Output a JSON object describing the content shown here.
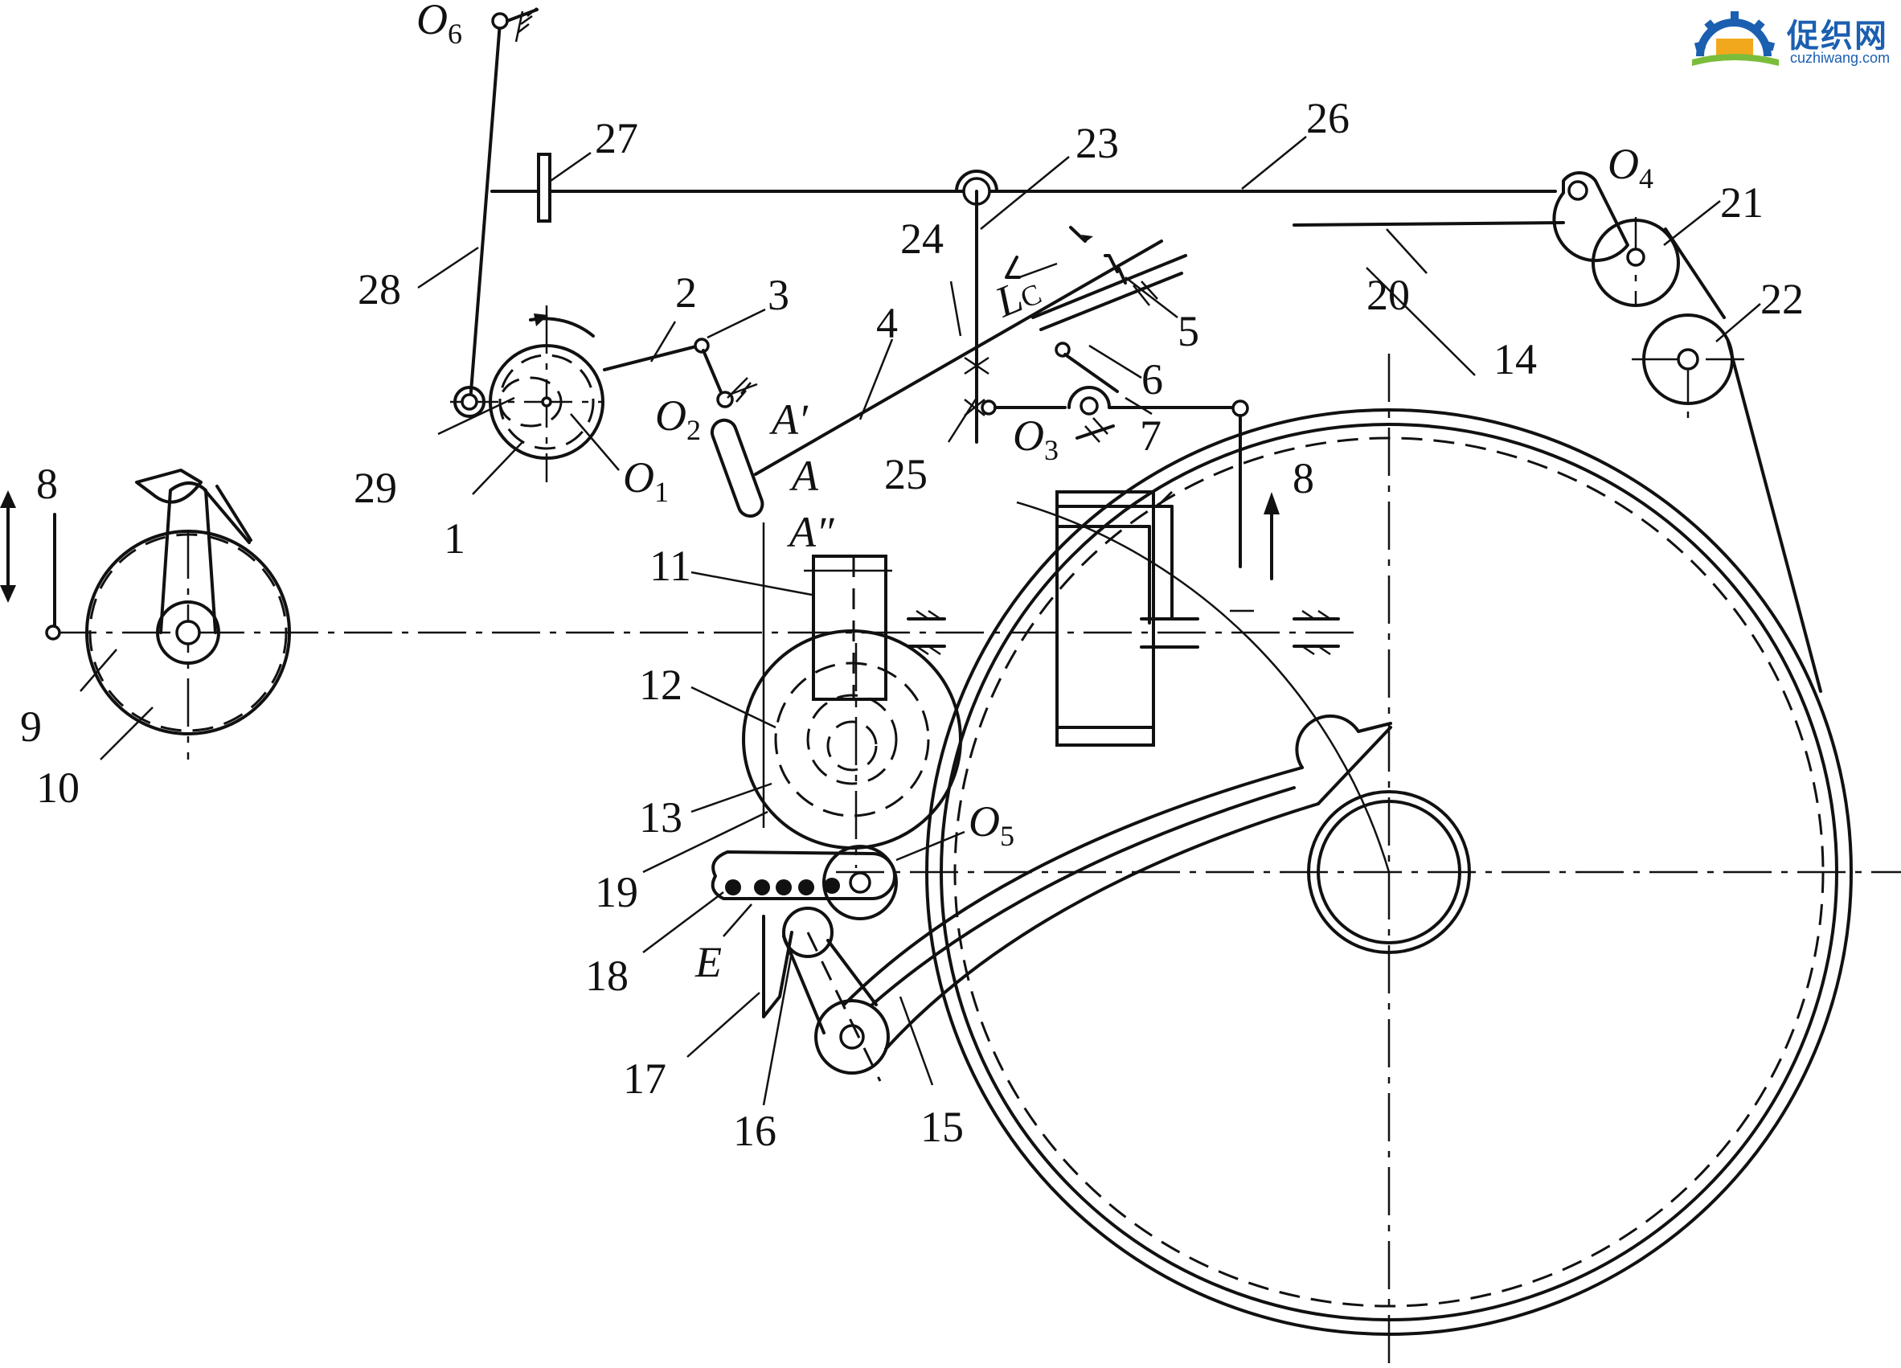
{
  "labels": {
    "O6": "O",
    "O6_sub": "6",
    "O4": "O",
    "O4_sub": "4",
    "O2": "O",
    "O2_sub": "2",
    "O1": "O",
    "O1_sub": "1",
    "O3": "O",
    "O3_sub": "3",
    "O5": "O",
    "O5_sub": "5",
    "A": "A",
    "A_prime": "A′",
    "A_dprime": "A″",
    "Lc": "L",
    "Lc_sub": "C",
    "E": "E",
    "n1": "1",
    "n2": "2",
    "n3": "3",
    "n4": "4",
    "n5": "5",
    "n6": "6",
    "n7": "7",
    "n8a": "8",
    "n8b": "8",
    "n9": "9",
    "n10": "10",
    "n11": "11",
    "n12": "12",
    "n13": "13",
    "n14": "14",
    "n15": "15",
    "n16": "16",
    "n17": "17",
    "n18": "18",
    "n19": "19",
    "n20": "20",
    "n21": "21",
    "n22": "22",
    "n23": "23",
    "n24": "24",
    "n25": "25",
    "n26": "26",
    "n27": "27",
    "n28": "28",
    "n29": "29"
  },
  "watermark": {
    "brand": "促织网",
    "url": "cuzhiwang.com",
    "color": "#1b5fb0"
  }
}
